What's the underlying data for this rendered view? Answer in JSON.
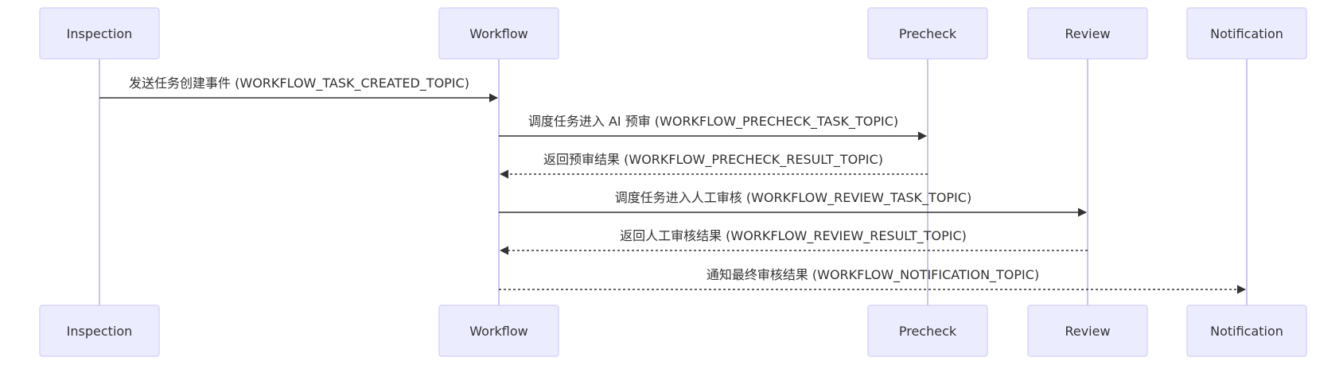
{
  "diagram": {
    "type": "sequence",
    "participants": [
      {
        "id": "inspection",
        "label": "Inspection"
      },
      {
        "id": "workflow",
        "label": "Workflow"
      },
      {
        "id": "precheck",
        "label": "Precheck"
      },
      {
        "id": "review",
        "label": "Review"
      },
      {
        "id": "notification",
        "label": "Notification"
      }
    ],
    "messages": [
      {
        "from": "inspection",
        "to": "workflow",
        "style": "solid",
        "label": "发送任务创建事件 (WORKFLOW_TASK_CREATED_TOPIC)"
      },
      {
        "from": "workflow",
        "to": "precheck",
        "style": "solid",
        "label": "调度任务进入 AI 预审 (WORKFLOW_PRECHECK_TASK_TOPIC)"
      },
      {
        "from": "precheck",
        "to": "workflow",
        "style": "dashed",
        "label": "返回预审结果 (WORKFLOW_PRECHECK_RESULT_TOPIC)"
      },
      {
        "from": "workflow",
        "to": "review",
        "style": "solid",
        "label": "调度任务进入人工审核 (WORKFLOW_REVIEW_TASK_TOPIC)"
      },
      {
        "from": "review",
        "to": "workflow",
        "style": "dashed",
        "label": "返回人工审核结果 (WORKFLOW_REVIEW_RESULT_TOPIC)"
      },
      {
        "from": "workflow",
        "to": "notification",
        "style": "dashed",
        "label": "通知最终审核结果 (WORKFLOW_NOTIFICATION_TOPIC)"
      }
    ],
    "colors": {
      "actor_fill": "#ececff",
      "actor_stroke": "#d3ccf5",
      "lifeline": "#cdc3f1",
      "line": "#333333",
      "text": "#333333"
    }
  }
}
